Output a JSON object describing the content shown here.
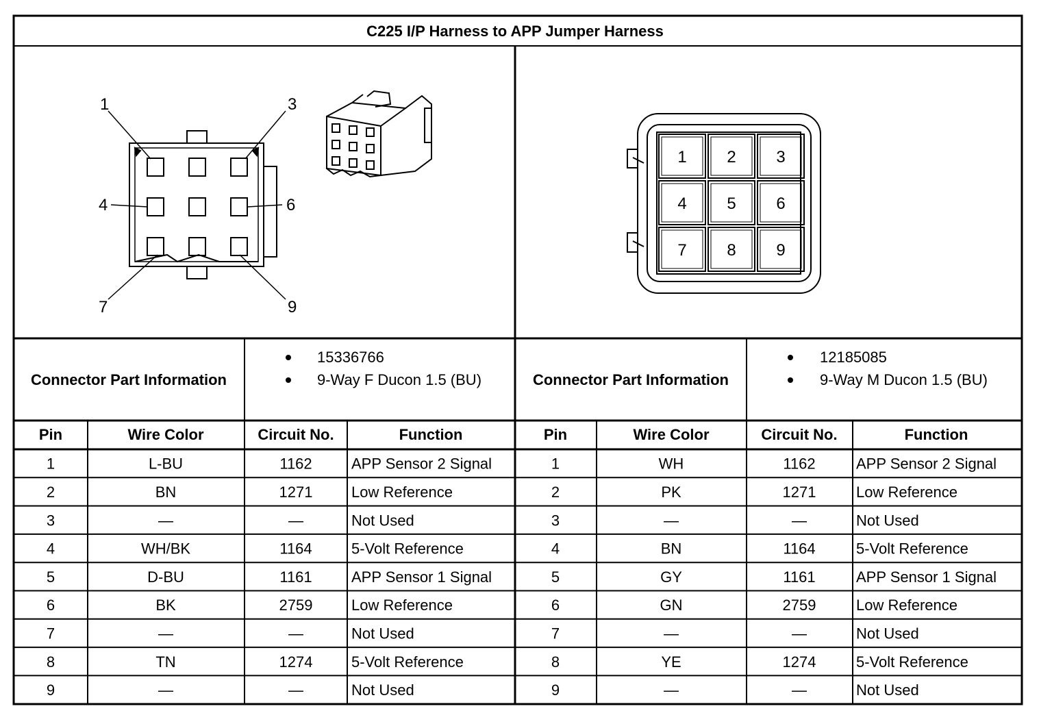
{
  "title": "C225 I/P Harness to APP Jumper Harness",
  "left": {
    "pin_labels": {
      "p1": "1",
      "p3": "3",
      "p4": "4",
      "p6": "6",
      "p7": "7",
      "p9": "9"
    },
    "connector_label": "Connector Part Information",
    "part_info": [
      "15336766",
      "9-Way F Ducon 1.5 (BU)"
    ],
    "headers": {
      "pin": "Pin",
      "wire": "Wire Color",
      "circuit": "Circuit No.",
      "function": "Function"
    },
    "rows": [
      {
        "pin": "1",
        "wire": "L-BU",
        "circuit": "1162",
        "function": "APP Sensor 2 Signal"
      },
      {
        "pin": "2",
        "wire": "BN",
        "circuit": "1271",
        "function": "Low Reference"
      },
      {
        "pin": "3",
        "wire": "—",
        "circuit": "—",
        "function": "Not Used"
      },
      {
        "pin": "4",
        "wire": "WH/BK",
        "circuit": "1164",
        "function": "5-Volt Reference"
      },
      {
        "pin": "5",
        "wire": "D-BU",
        "circuit": "1161",
        "function": "APP Sensor 1 Signal"
      },
      {
        "pin": "6",
        "wire": "BK",
        "circuit": "2759",
        "function": "Low Reference"
      },
      {
        "pin": "7",
        "wire": "—",
        "circuit": "—",
        "function": "Not Used"
      },
      {
        "pin": "8",
        "wire": "TN",
        "circuit": "1274",
        "function": "5-Volt Reference"
      },
      {
        "pin": "9",
        "wire": "—",
        "circuit": "—",
        "function": "Not Used"
      }
    ]
  },
  "right": {
    "cavity_numbers": [
      "1",
      "2",
      "3",
      "4",
      "5",
      "6",
      "7",
      "8",
      "9"
    ],
    "connector_label": "Connector Part Information",
    "part_info": [
      "12185085",
      "9-Way M Ducon 1.5 (BU)"
    ],
    "headers": {
      "pin": "Pin",
      "wire": "Wire Color",
      "circuit": "Circuit No.",
      "function": "Function"
    },
    "rows": [
      {
        "pin": "1",
        "wire": "WH",
        "circuit": "1162",
        "function": "APP Sensor 2 Signal"
      },
      {
        "pin": "2",
        "wire": "PK",
        "circuit": "1271",
        "function": "Low Reference"
      },
      {
        "pin": "3",
        "wire": "—",
        "circuit": "—",
        "function": "Not Used"
      },
      {
        "pin": "4",
        "wire": "BN",
        "circuit": "1164",
        "function": "5-Volt Reference"
      },
      {
        "pin": "5",
        "wire": "GY",
        "circuit": "1161",
        "function": "APP Sensor 1 Signal"
      },
      {
        "pin": "6",
        "wire": "GN",
        "circuit": "2759",
        "function": "Low Reference"
      },
      {
        "pin": "7",
        "wire": "—",
        "circuit": "—",
        "function": "Not Used"
      },
      {
        "pin": "8",
        "wire": "YE",
        "circuit": "1274",
        "function": "5-Volt Reference"
      },
      {
        "pin": "9",
        "wire": "—",
        "circuit": "—",
        "function": "Not Used"
      }
    ]
  }
}
